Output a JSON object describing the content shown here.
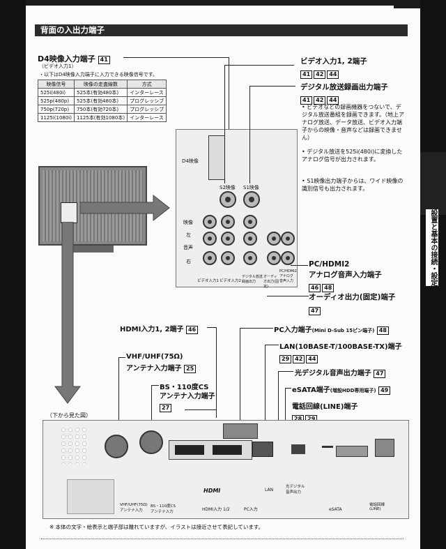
{
  "page": {
    "section_title": "背面の入出力端子",
    "side_tab": "設置と基本の接続・設定",
    "footnote": "※ 本体の文字・絵表示と端子部は離れていますが、イラストは接近させて表記しています。"
  },
  "d4": {
    "title": "D4映像入力端子",
    "ref": "41",
    "subtitle": "（ビデオ入力1）",
    "note": "・以下はD4映像入力端子に入力できる映像信号です。",
    "table": {
      "headers": [
        "映像信号",
        "映像の走査線数",
        "方式"
      ],
      "rows": [
        [
          "525i(480i)",
          "525本(有効480本)",
          "インターレース"
        ],
        [
          "525p(480p)",
          "525本(有効480本)",
          "プログレッシブ"
        ],
        [
          "750p(720p)",
          "750本(有効720本)",
          "プログレッシブ"
        ],
        [
          "1125i(1080i)",
          "1125本(有効1080本)",
          "インターレース"
        ]
      ]
    }
  },
  "video": {
    "title": "ビデオ入力1, 2端子",
    "refs": [
      "41",
      "42",
      "44"
    ]
  },
  "digital_rec": {
    "title": "デジタル放送録画出力端子",
    "refs": [
      "41",
      "42",
      "44"
    ],
    "bullets": [
      "ビデオなどの録画機器をつないで、デジタル放送番組を録画できます。（地上アナログ放送、データ放送、ビデオ入力端子からの映像・音声などは録画できません）",
      "デジタル放送を525i(480i)に変換したアナログ信号が出力されます。",
      "S1映像出力端子からは、ワイド映像の識別信号も出力されます。"
    ]
  },
  "pc_hdmi2": {
    "title1": "PC/HDMI2",
    "title2": "アナログ音声入力端子",
    "refs": [
      "46",
      "48"
    ]
  },
  "audio_out": {
    "title": "オーディオ出力(固定)端子",
    "refs": [
      "47"
    ]
  },
  "hdmi": {
    "title": "HDMI入力1, 2端子",
    "refs": [
      "46"
    ]
  },
  "pc_in": {
    "title": "PC入力端子",
    "sub": "(Mini D-Sub 15ピン端子)",
    "refs": [
      "48"
    ]
  },
  "lan": {
    "title": "LAN(10BASE-T/100BASE-TX)端子",
    "refs": [
      "29",
      "42",
      "44"
    ]
  },
  "optical": {
    "title": "光デジタル音声出力端子",
    "refs": [
      "47"
    ]
  },
  "esata": {
    "title": "eSATA端子",
    "sub": "(増設HDD専用端子)",
    "refs": [
      "49"
    ]
  },
  "phone": {
    "title": "電話回線(LINE)端子",
    "refs": [
      "28",
      "29"
    ]
  },
  "vhf": {
    "title1": "VHF/UHF(75Ω)",
    "title2": "アンテナ入力端子",
    "refs": [
      "25"
    ]
  },
  "bs": {
    "title1": "BS・110度CS",
    "title2": "アンテナ入力端子",
    "refs": [
      "27"
    ]
  },
  "view_from_below": "（下から見た図）",
  "panel_labels": {
    "d4": "D4映像",
    "s2": "S2映像",
    "s1": "S1映像",
    "video": "映像",
    "left": "左",
    "audio": "音声",
    "right": "右",
    "video_in1": "ビデオ入力1",
    "video_in2": "ビデオ入力2",
    "digital_out": "デジタル放送録画出力",
    "audio_fixed": "オーディオ出力(固定)",
    "pc_hdmi2": "PC/HDMI2アナログ音声入力"
  },
  "bottom_labels": {
    "vhf": "VHF/UHF(75Ω) アンテナ入力",
    "bs": "BS・110度CS アンテナ入力",
    "hdmi_logo": "HDMI",
    "hdmi_in": "HDMI入力 1/2",
    "pc": "PC入力",
    "lan": "LAN",
    "optical": "光デジタル 音声出力",
    "esata": "eSATA",
    "phone": "電話回線 (LINE)"
  }
}
